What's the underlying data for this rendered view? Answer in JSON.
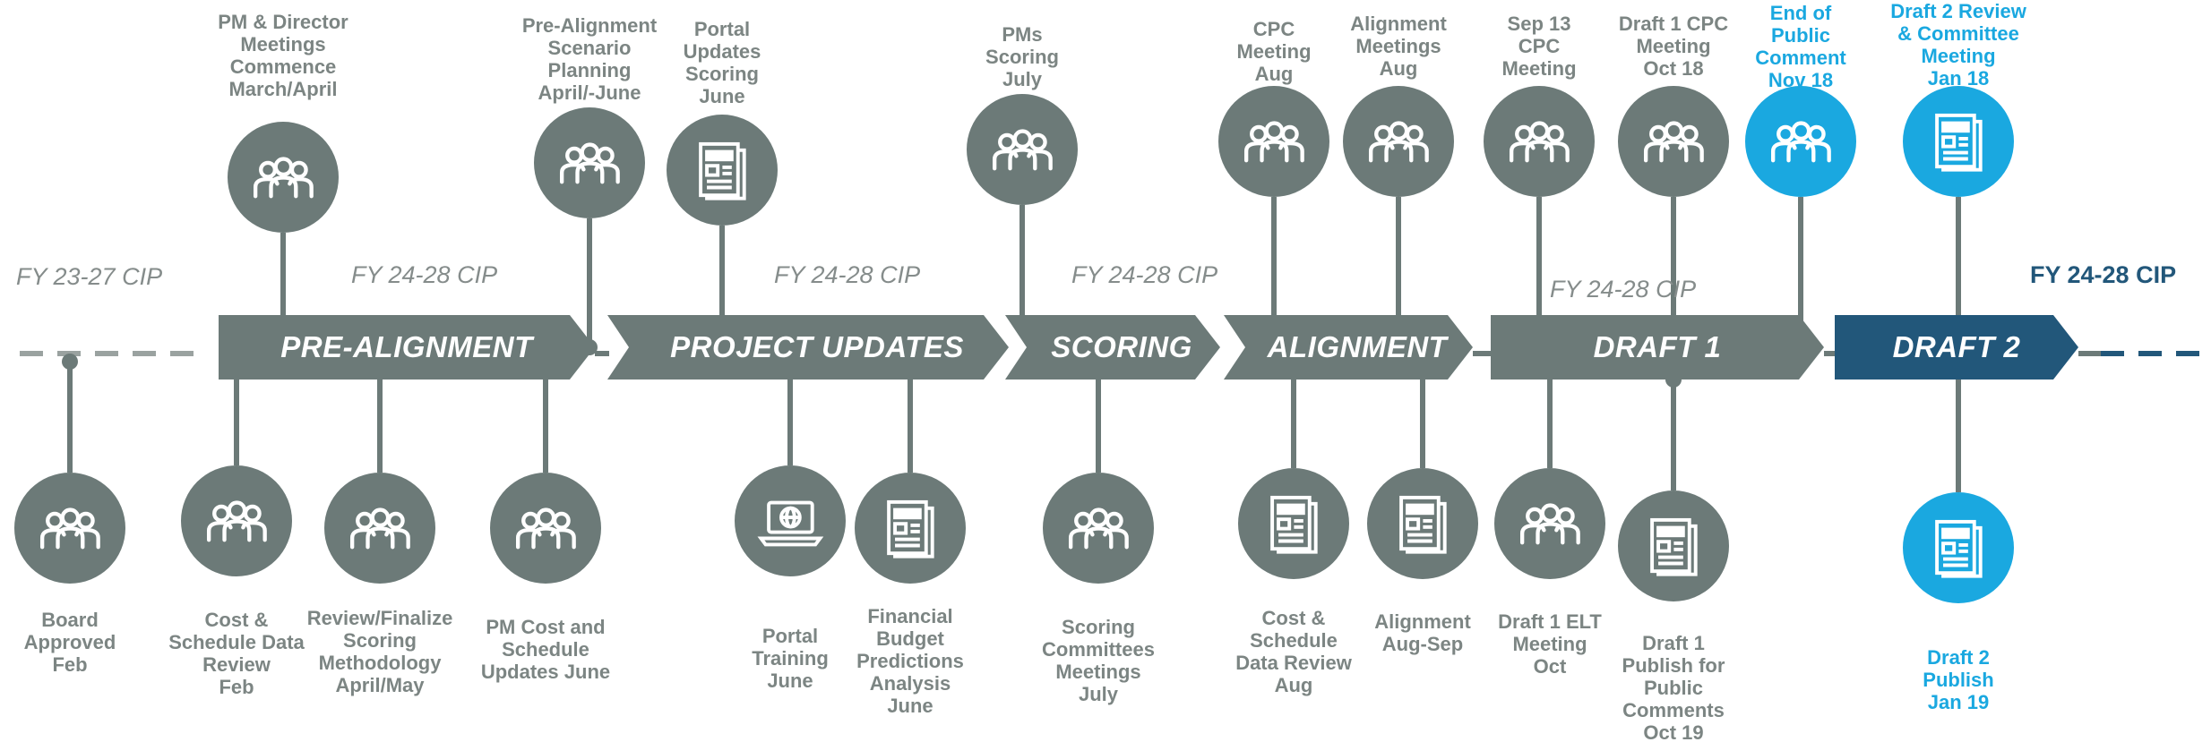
{
  "colors": {
    "phase_gray": "#6c7a78",
    "phase_blue": "#22577a",
    "milestone_gray": "#6c7a78",
    "milestone_blue": "#1aa8e0",
    "label_gray": "#7c8583"
  },
  "fiscal_labels": [
    "FY 23-27 CIP",
    "FY 24-28 CIP",
    "FY 24-28 CIP",
    "FY 24-28 CIP",
    "FY 24-28 CIP",
    "FY 24-28 CIP"
  ],
  "phases": [
    "PRE-ALIGNMENT",
    "PROJECT UPDATES",
    "SCORING",
    "ALIGNMENT",
    "DRAFT 1",
    "DRAFT 2"
  ],
  "milestones": [
    {
      "label": "PM & Director\nMeetings\nCommence\nMarch/April",
      "icon": "people-icon"
    },
    {
      "label": "Pre-Alignment\nScenario\nPlanning\nApril/-June",
      "icon": "people-icon"
    },
    {
      "label": "Portal\nUpdates\nScoring\nJune",
      "icon": "document-icon"
    },
    {
      "label": "PMs\nScoring\nJuly",
      "icon": "people-icon"
    },
    {
      "label": "CPC\nMeeting\nAug",
      "icon": "people-icon"
    },
    {
      "label": "Alignment\nMeetings\nAug",
      "icon": "people-icon"
    },
    {
      "label": "Sep 13\nCPC\nMeeting",
      "icon": "people-icon"
    },
    {
      "label": "Draft 1 CPC\nMeeting\nOct 18",
      "icon": "people-icon"
    },
    {
      "label": "End of\nPublic\nComment\nNov 18",
      "icon": "people-icon"
    },
    {
      "label": "Draft 2 Review\n& Committee\nMeeting\nJan 18",
      "icon": "document-icon"
    },
    {
      "label": "Board\nApproved\nFeb",
      "icon": "people-icon"
    },
    {
      "label": "Cost &\nSchedule Data\nReview\nFeb",
      "icon": "people-icon"
    },
    {
      "label": "Review/Finalize\nScoring\nMethodology\nApril/May",
      "icon": "people-icon"
    },
    {
      "label": "PM Cost and\nSchedule\nUpdates June",
      "icon": "people-icon"
    },
    {
      "label": "Portal\nTraining\nJune",
      "icon": "laptop-globe-icon"
    },
    {
      "label": "Financial\nBudget\nPredictions\nAnalysis\nJune",
      "icon": "document-icon"
    },
    {
      "label": "Scoring\nCommittees\nMeetings\nJuly",
      "icon": "people-icon"
    },
    {
      "label": "Cost &\nSchedule\nData Review\nAug",
      "icon": "document-icon"
    },
    {
      "label": "Alignment\nAug-Sep",
      "icon": "document-icon"
    },
    {
      "label": "Draft 1 ELT\nMeeting\nOct",
      "icon": "people-icon"
    },
    {
      "label": "Draft 1\nPublish for\nPublic\nComments\nOct 19",
      "icon": "document-icon"
    },
    {
      "label": "Draft 2\nPublish\nJan 19",
      "icon": "document-icon"
    }
  ]
}
